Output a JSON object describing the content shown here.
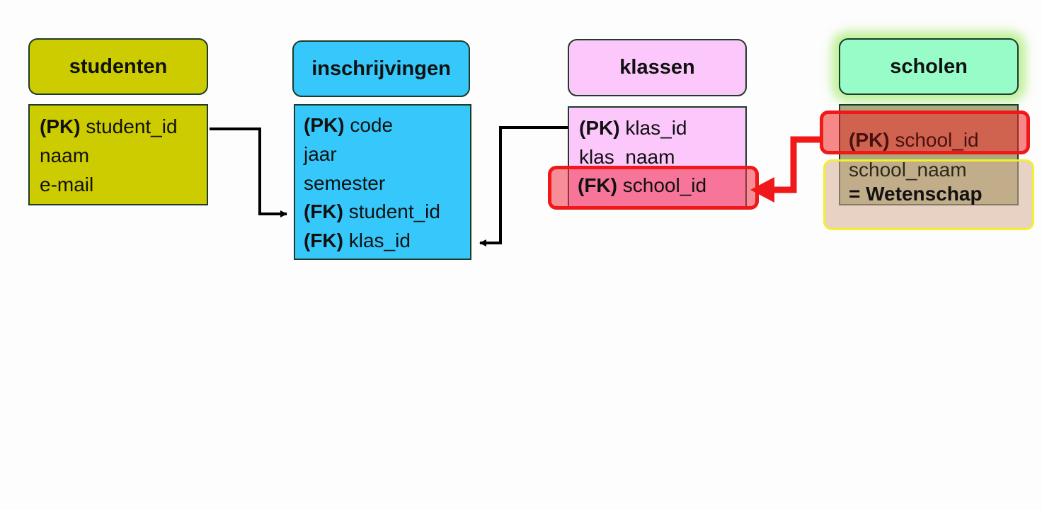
{
  "tables": {
    "studenten": {
      "title": "studenten",
      "rows": [
        {
          "key": "(PK)",
          "name": "student_id"
        },
        {
          "key": "",
          "name": "naam"
        },
        {
          "key": "",
          "name": "e-mail"
        }
      ]
    },
    "inschrijvingen": {
      "title": "inschrijvingen",
      "rows": [
        {
          "key": "(PK)",
          "name": "code"
        },
        {
          "key": "",
          "name": "jaar"
        },
        {
          "key": "",
          "name": "semester"
        },
        {
          "key": "(FK)",
          "name": "student_id"
        },
        {
          "key": "(FK)",
          "name": "klas_id"
        }
      ]
    },
    "klassen": {
      "title": "klassen",
      "rows": [
        {
          "key": "(PK)",
          "name": "klas_id"
        },
        {
          "key": "",
          "name": "klas_naam"
        },
        {
          "key": "(FK)",
          "name": "school_id"
        }
      ]
    },
    "scholen": {
      "title": "scholen",
      "rows": [
        {
          "key": "(PK)",
          "name": "school_id"
        },
        {
          "key": "",
          "name": "school_naam"
        },
        {
          "key": "",
          "name": "= Wetenschap"
        }
      ]
    }
  },
  "colors": {
    "studenten": "#cccc00",
    "inschrijvingen": "#36c8fa",
    "klassen": "#fcc8fc",
    "scholen_header": "#97fcc8",
    "highlight_red": "#f01818",
    "highlight_yellow": "#f3ef32"
  }
}
